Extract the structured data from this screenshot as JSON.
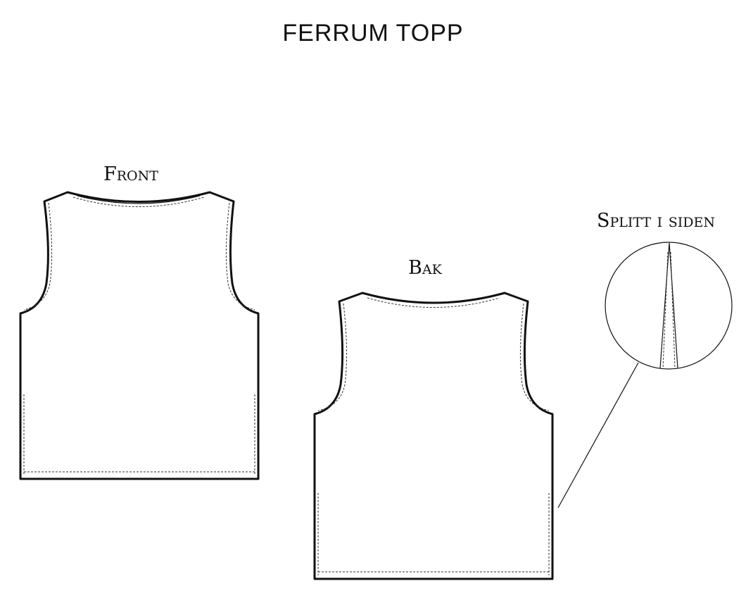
{
  "title": "FERRUM TOPP",
  "views": {
    "front_label": "Front",
    "back_label": "Bak",
    "detail_label": "Splitt i siden"
  },
  "colors": {
    "line": "#111111",
    "background": "#ffffff"
  }
}
